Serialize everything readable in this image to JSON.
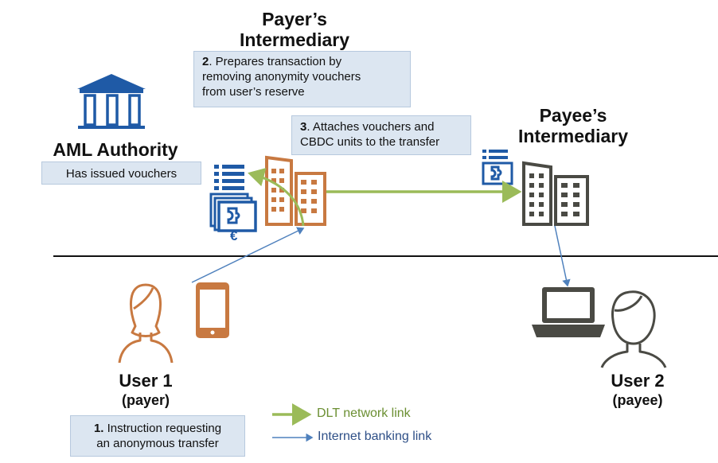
{
  "payer_intermediary": {
    "title_line1": "Payer’s",
    "title_line2": "Intermediary",
    "step2_number": "2",
    "step2_line1": ". Prepares transaction by",
    "step2_line2": "removing anonymity vouchers",
    "step2_line3": "from user’s  reserve",
    "step3_number": "3",
    "step3_line1": ". Attaches vouchers and",
    "step3_line2": "CBDC units to the transfer",
    "euro_symbol": "€"
  },
  "payee_intermediary": {
    "title_line1": "Payee’s",
    "title_line2": "Intermediary"
  },
  "aml_authority": {
    "title": "AML Authority",
    "note": "Has issued vouchers"
  },
  "user1": {
    "title": "User 1",
    "role": "(payer)",
    "step1_number": "1.",
    "step1_line1": " Instruction requesting",
    "step1_line2": "an anonymous transfer"
  },
  "user2": {
    "title": "User 2",
    "role": "(payee)"
  },
  "legend": {
    "dlt_label": "DLT network  link",
    "internet_label": "Internet banking link"
  },
  "colors": {
    "orange": "#c87941",
    "gray": "#4a4a44",
    "blue": "#1f5aa6",
    "green": "#9bbb59",
    "link_blue": "#4f81bd",
    "box_fill": "#dce6f1"
  }
}
